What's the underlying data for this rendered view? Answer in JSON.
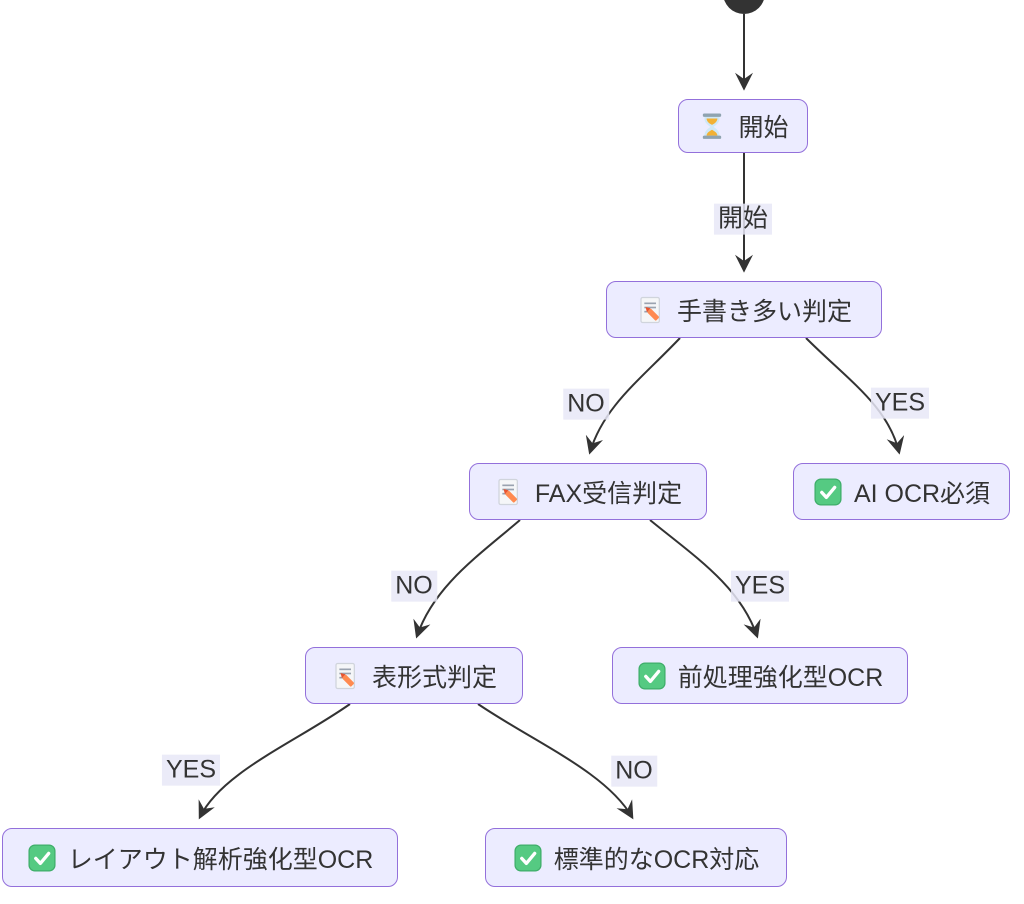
{
  "diagram": {
    "kind": "state-flowchart",
    "language": "ja",
    "colors": {
      "node_fill": "#ECECFF",
      "node_border": "#9370DB",
      "edge_stroke": "#333333",
      "text": "#333333",
      "edge_label_bg": "#E8E8F7",
      "initial_dot": "#333333",
      "check_green": "#55CA82",
      "pencil_orange": "#FF8A50",
      "sand_amber": "#F2B134"
    },
    "nodes": [
      {
        "id": "initial",
        "type": "initial-state",
        "icon": "",
        "label": ""
      },
      {
        "id": "start",
        "type": "state",
        "icon": "hourglass-icon",
        "label": "開始"
      },
      {
        "id": "handwriting-check",
        "type": "state",
        "icon": "memo-icon",
        "label": "手書き多い判定"
      },
      {
        "id": "fax-check",
        "type": "state",
        "icon": "memo-icon",
        "label": "FAX受信判定"
      },
      {
        "id": "ai-ocr-required",
        "type": "state",
        "icon": "check-icon",
        "label": "AI OCR必須"
      },
      {
        "id": "table-format-check",
        "type": "state",
        "icon": "memo-icon",
        "label": "表形式判定"
      },
      {
        "id": "preprocessing-ocr",
        "type": "state",
        "icon": "check-icon",
        "label": "前処理強化型OCR"
      },
      {
        "id": "layout-analysis-ocr",
        "type": "state",
        "icon": "check-icon",
        "label": "レイアウト解析強化型OCR"
      },
      {
        "id": "standard-ocr",
        "type": "state",
        "icon": "check-icon",
        "label": "標準的なOCR対応"
      }
    ],
    "edges": [
      {
        "from": "initial",
        "to": "start",
        "label": ""
      },
      {
        "from": "start",
        "to": "handwriting-check",
        "label": "開始"
      },
      {
        "from": "handwriting-check",
        "to": "fax-check",
        "label": "NO"
      },
      {
        "from": "handwriting-check",
        "to": "ai-ocr-required",
        "label": "YES"
      },
      {
        "from": "fax-check",
        "to": "table-format-check",
        "label": "NO"
      },
      {
        "from": "fax-check",
        "to": "preprocessing-ocr",
        "label": "YES"
      },
      {
        "from": "table-format-check",
        "to": "layout-analysis-ocr",
        "label": "YES"
      },
      {
        "from": "table-format-check",
        "to": "standard-ocr",
        "label": "NO"
      }
    ]
  }
}
